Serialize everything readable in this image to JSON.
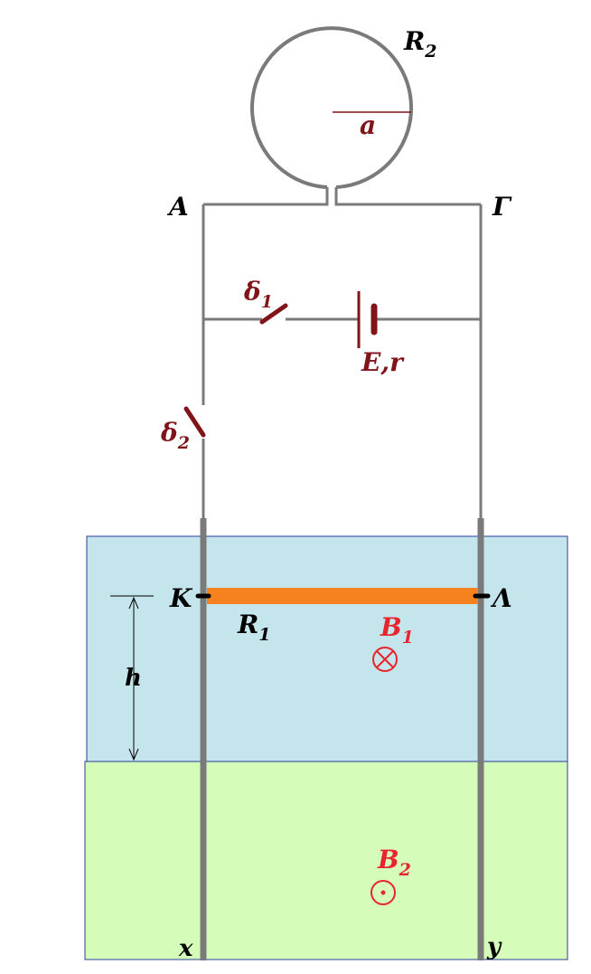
{
  "labels": {
    "R2": {
      "main": "R",
      "sub": "2"
    },
    "radius": "a",
    "A": "A",
    "Gamma": "Γ",
    "delta1": {
      "main": "δ",
      "sub": "1"
    },
    "battery": "E,r",
    "delta2": {
      "main": "δ",
      "sub": "2"
    },
    "K": "K",
    "Lambda": "Λ",
    "R1": {
      "main": "R",
      "sub": "1"
    },
    "B1": {
      "main": "B",
      "sub": "1"
    },
    "h": "h",
    "B2": {
      "main": "B",
      "sub": "2"
    },
    "x": "x",
    "y": "y"
  },
  "colors": {
    "wire": "#7a7a7a",
    "rail": "#7a7a7a",
    "rod": "#f5821f",
    "field1_region": "#c5e5ec",
    "field2_region": "#d5fdb9",
    "label_black": "#000000",
    "label_maroon": "#7f1419",
    "label_red": "#e8252f"
  },
  "field_symbols": {
    "B1": "into-page (⊗)",
    "B2": "out-of-page (⊙)"
  }
}
